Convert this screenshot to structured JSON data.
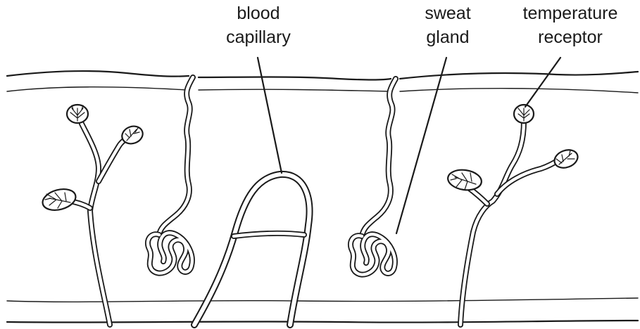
{
  "labels": {
    "blood_capillary": [
      "blood",
      "capillary"
    ],
    "sweat_gland": [
      "sweat",
      "gland"
    ],
    "temperature_receptor": [
      "temperature",
      "receptor"
    ]
  },
  "colors": {
    "line": "#1a1a1a",
    "background": "#ffffff"
  }
}
